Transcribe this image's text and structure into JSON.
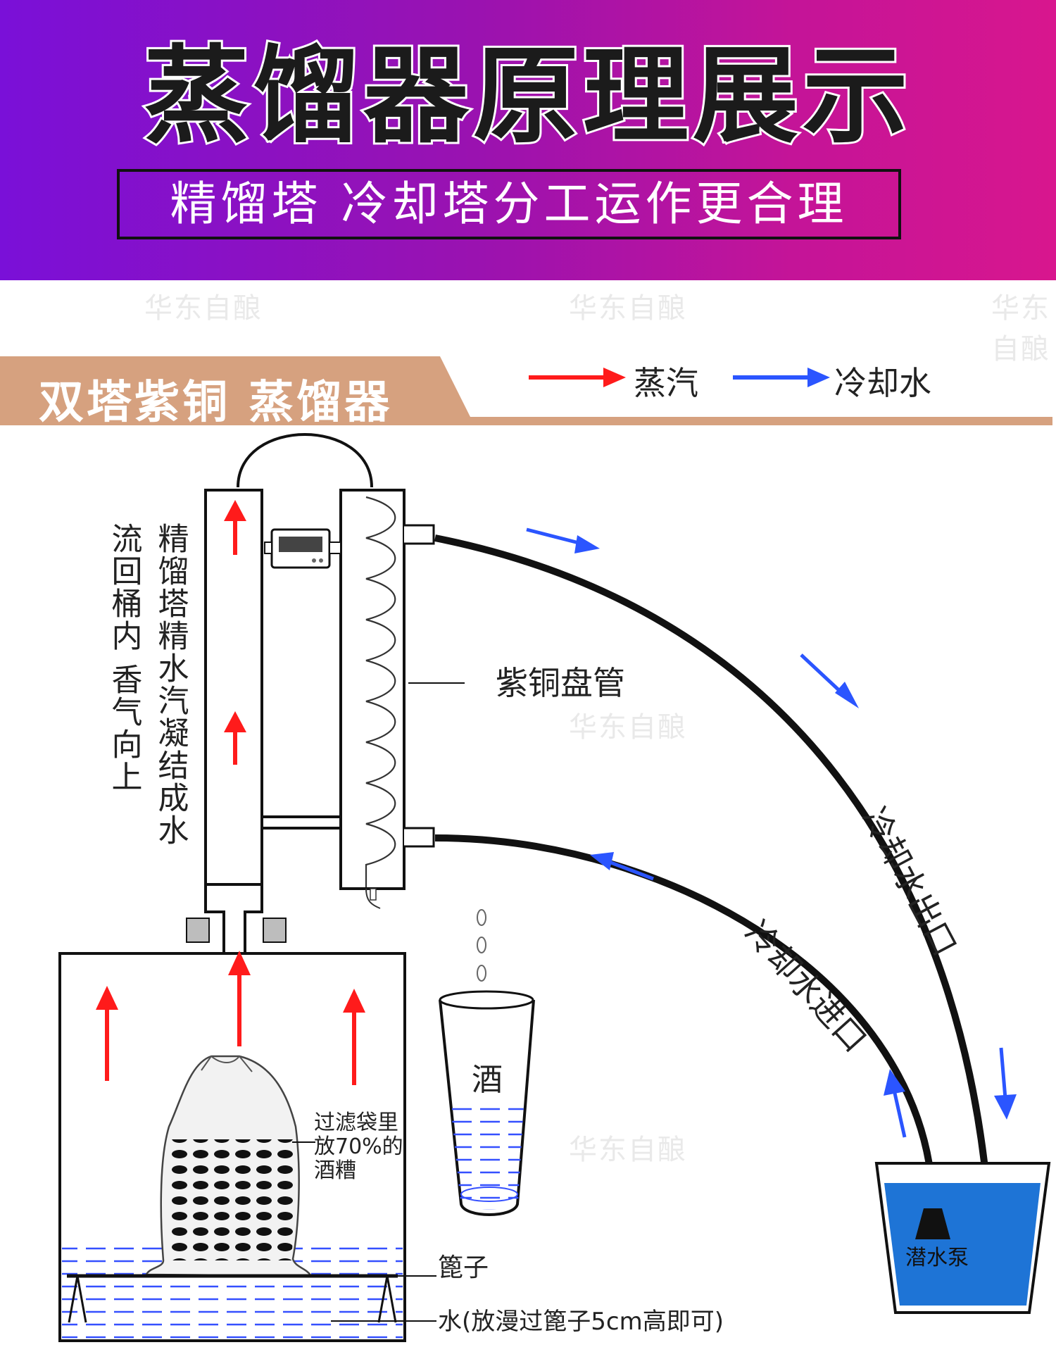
{
  "header": {
    "title": "蒸馏器原理展示",
    "subtitle": "精馏塔 冷却塔分工运作更合理"
  },
  "section": {
    "title": "双塔紫铜 蒸馏器"
  },
  "legend": [
    {
      "label": "蒸汽",
      "color": "#ff1b1b"
    },
    {
      "label": "冷却水",
      "color": "#2b55ff"
    }
  ],
  "labels": {
    "column_text_1": "精馏塔精水汽凝结成水",
    "column_text_2": "流回桶内 香气向上",
    "copper_coil": "紫铜盘管",
    "outlet": "冷却水出口",
    "inlet": "冷却水进口",
    "liquor": "酒",
    "filter_bag_1": "过滤袋里",
    "filter_bag_2": "放70%的",
    "filter_bag_3": "酒糟",
    "basket": "篦子",
    "water": "水(放漫过篦子5cm高即可)",
    "pump": "潜水泵"
  },
  "watermark": "华东自酿",
  "colors": {
    "steam": "#ff1b1b",
    "cooling_water": "#2b55ff",
    "pool": "#1e74d6"
  }
}
